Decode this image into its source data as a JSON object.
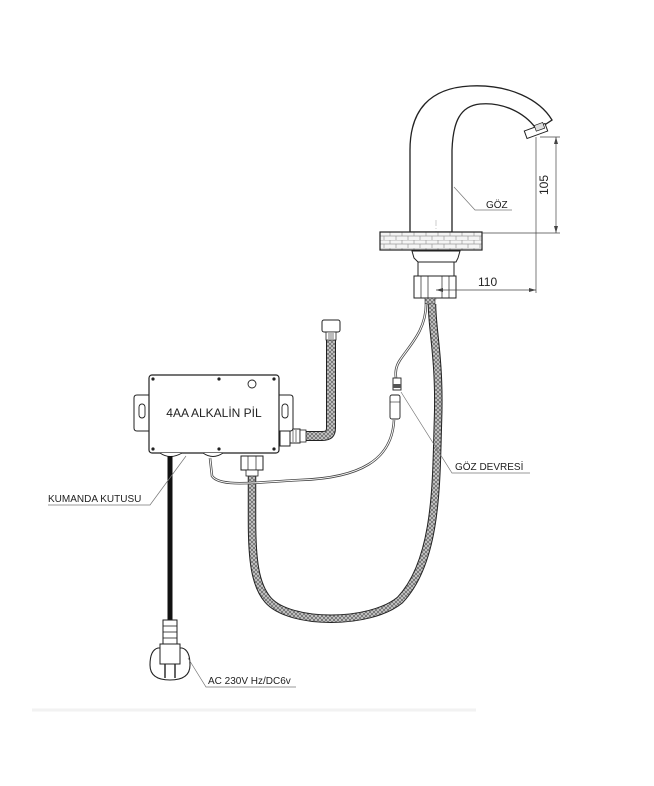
{
  "diagram": {
    "type": "technical-drawing",
    "subject": "sensor faucet installation",
    "labels": {
      "control_box_text": "4AA ALKALİN PİL",
      "control_box": "KUMANDA KUTUSU",
      "sensor_eye": "GÖZ",
      "sensor_circuit": "GÖZ DEVRESİ",
      "power": "AC 230V Hz/DC6v"
    },
    "dimensions": {
      "spout_height": "105",
      "spout_reach": "110"
    },
    "colors": {
      "line": "#222222",
      "hose": "#555555",
      "leader": "#777777",
      "background": "#ffffff"
    }
  }
}
